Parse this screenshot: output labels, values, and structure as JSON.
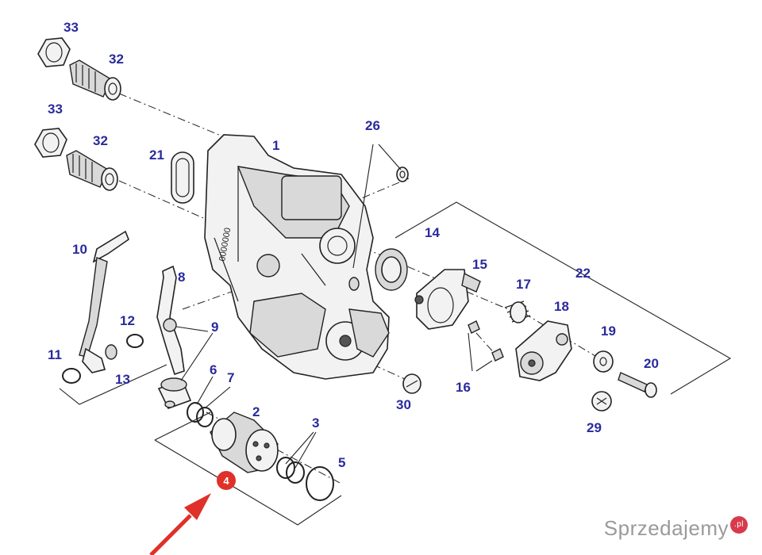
{
  "callouts": {
    "c1": "1",
    "c2": "2",
    "c3": "3",
    "c4": "4",
    "c5": "5",
    "c6": "6",
    "c7": "7",
    "c8": "8",
    "c9": "9",
    "c10": "10",
    "c11": "11",
    "c12": "12",
    "c13": "13",
    "c14": "14",
    "c15": "15",
    "c16": "16",
    "c17": "17",
    "c18": "18",
    "c19": "19",
    "c20": "20",
    "c21": "21",
    "c22": "22",
    "c26": "26",
    "c29": "29",
    "c30": "30",
    "c32a": "32",
    "c32b": "32",
    "c33a": "33",
    "c33b": "33"
  },
  "housing_marking": "0000000",
  "highlight": {
    "color": "#e0302a",
    "label_color": "#ffffff"
  },
  "label_color": "#2a2a9c",
  "watermark": {
    "brand": "Sprzedajemy",
    "suffix": ".pl"
  }
}
